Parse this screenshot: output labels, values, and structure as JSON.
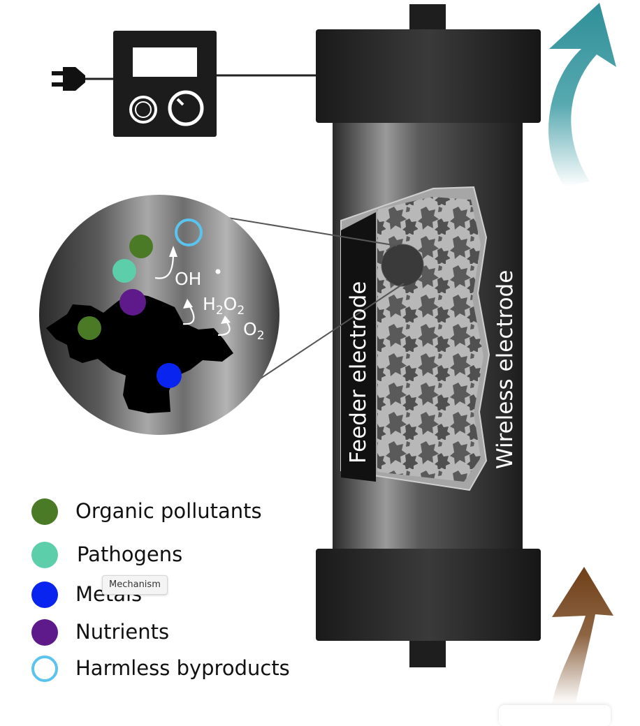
{
  "electrodes": {
    "feeder": "Feeder electrode",
    "wireless": "Wireless electrode"
  },
  "species": {
    "hydroxyl": "OH",
    "peroxide_main": "H",
    "peroxide_sub1": "2",
    "peroxide_mid": "O",
    "peroxide_sub2": "2",
    "oxygen_main": "O",
    "oxygen_sub": "2"
  },
  "legend": [
    {
      "label": "Organic pollutants",
      "color": "#4a7a25",
      "style": "filled"
    },
    {
      "label": "Pathogens",
      "color": "#5ccfaa",
      "style": "filled"
    },
    {
      "label": "Metals",
      "color": "#0a24f0",
      "style": "filled"
    },
    {
      "label": "Nutrients",
      "color": "#5e1a8a",
      "style": "filled"
    },
    {
      "label": "Harmless byproducts",
      "color": "#5bc4ee",
      "style": "outline"
    }
  ],
  "tooltip": "Mechanism",
  "colors": {
    "outflow_arrow": "#3a9aa2",
    "inflow_arrow": "#7a4a22",
    "housing": "#1e1e1e"
  }
}
